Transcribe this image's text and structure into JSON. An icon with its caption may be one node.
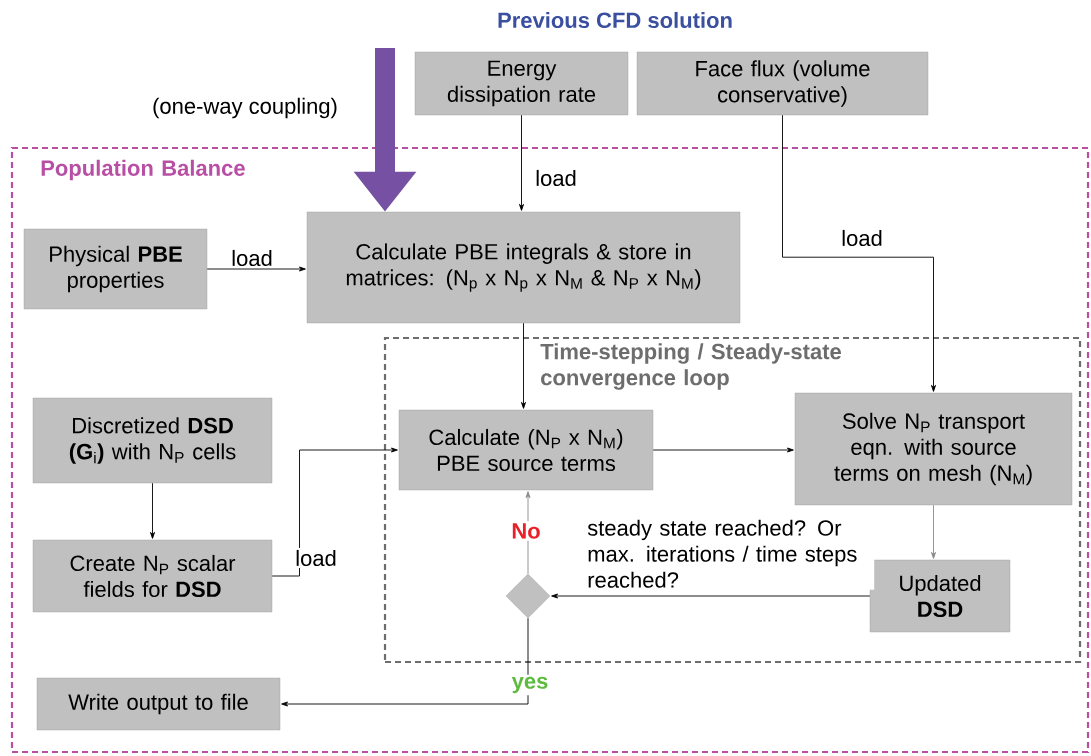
{
  "diagram": {
    "title": "Previous CFD solution",
    "nodes": [
      {
        "text": [
          "Population Balance"
        ]
      },
      {
        "text": [
          "Energy dissipation rate"
        ]
      },
      {
        "text": [
          "Face flux (volume conservative)"
        ]
      },
      {
        "text": [
          "Physical **PBE** properties"
        ],
        "in": 0
      },
      {
        "text": [
          "Calculate PBE integrals & store in matrices: (N$_{p}$ x N$_{p}$ x N$_{M}$ & N$_{P}$ x N$_{M}$)"
        ],
        "in": 0
      },
      {
        "text": [
          "Time-stepping / Steady-state convergence loop"
        ],
        "in": 0
      },
      {
        "text": [
          "Discretized **DSD** **(G**$_{i}$**)** with N$_{P}$ cells"
        ],
        "in": 0
      },
      {
        "text": [
          "Calculate (N$_{P}$ x N$_{M}$) PBE source terms"
        ],
        "in": 5
      },
      {
        "text": [
          "Solve N$_{P}$ transport eqn. with source terms on mesh (N$_{M}$)"
        ],
        "in": 5
      },
      {
        "text": [
          "Create N$_{P}$ scalar fields for **DSD**"
        ],
        "in": 0
      },
      {
        "text": [],
        "shape": "diamond",
        "in": 5
      },
      {
        "text": [
          "Updated **DSD**"
        ],
        "in": 5
      },
      {
        "text": [
          "Write output to file"
        ],
        "in": 0
      }
    ],
    "edges": [
      {
        "from": null,
        "to": 4,
        "arrow": "to",
        "label": "(one-way coupling)",
        "style": "thick",
        "color": "#7650a3"
      },
      {
        "from": 1,
        "to": 4,
        "arrow": "to",
        "label": "load"
      },
      {
        "from": 3,
        "to": 4,
        "arrow": "to",
        "label": "load"
      },
      {
        "from": 2,
        "to": 8,
        "arrow": "to",
        "label": "load"
      },
      {
        "from": 4,
        "to": 7,
        "arrow": "to"
      },
      {
        "from": 6,
        "to": 9,
        "arrow": "to"
      },
      {
        "from": 9,
        "to": 7,
        "arrow": "to",
        "label": "load"
      },
      {
        "from": 7,
        "to": 8,
        "arrow": "to"
      },
      {
        "from": 8,
        "to": 11,
        "arrow": "to",
        "color": "#8a8a8a"
      },
      {
        "from": 11,
        "to": 10,
        "arrow": "to",
        "label": "steady state reached? Or max. iterations / time steps reached?"
      },
      {
        "from": 10,
        "to": 7,
        "arrow": "to",
        "label": "No",
        "color": "#8a8a8a"
      },
      {
        "from": 10,
        "to": 12,
        "arrow": "to",
        "label": "yes"
      }
    ]
  }
}
